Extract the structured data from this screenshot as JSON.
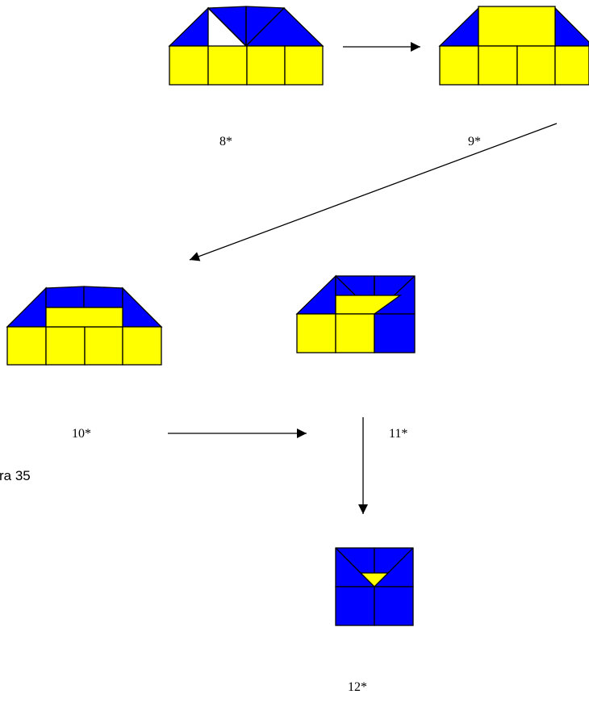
{
  "colors": {
    "blue": "#0000ff",
    "yellow": "#ffff00",
    "stroke": "#000000",
    "background": "#ffffff"
  },
  "steps": [
    {
      "id": "step-8",
      "label": "8*"
    },
    {
      "id": "step-9",
      "label": "9*"
    },
    {
      "id": "step-10",
      "label": "10*"
    },
    {
      "id": "step-11",
      "label": "11*"
    },
    {
      "id": "step-12",
      "label": "12*"
    }
  ],
  "caption": "ra 35"
}
